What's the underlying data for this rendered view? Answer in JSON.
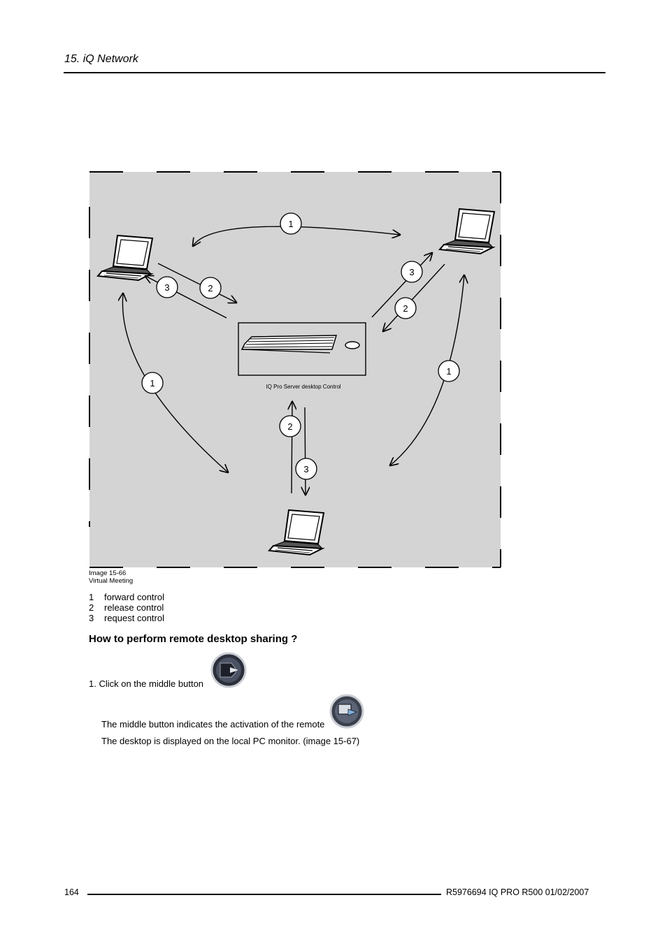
{
  "header": {
    "title": "15.  iQ Network"
  },
  "diagram": {
    "server_label": "IQ Pro Server desktop Control",
    "markers": [
      "1",
      "2",
      "3"
    ]
  },
  "caption": {
    "image_number": "Image 15-66",
    "image_title": "Virtual Meeting"
  },
  "legend": [
    {
      "num": "1",
      "label": "forward control"
    },
    {
      "num": "2",
      "label": "release control"
    },
    {
      "num": "3",
      "label": "request control"
    }
  ],
  "section": {
    "heading": "How to perform remote desktop sharing ?"
  },
  "steps": {
    "step1": "1.  Click on the middle button",
    "note1": "The middle button indicates the activation of the remote",
    "note2": "The desktop is displayed on the local PC monitor.  (image 15-67)"
  },
  "footer": {
    "page_number": "164",
    "doc_ref": "R5976694   IQ PRO R500   01/02/2007"
  }
}
